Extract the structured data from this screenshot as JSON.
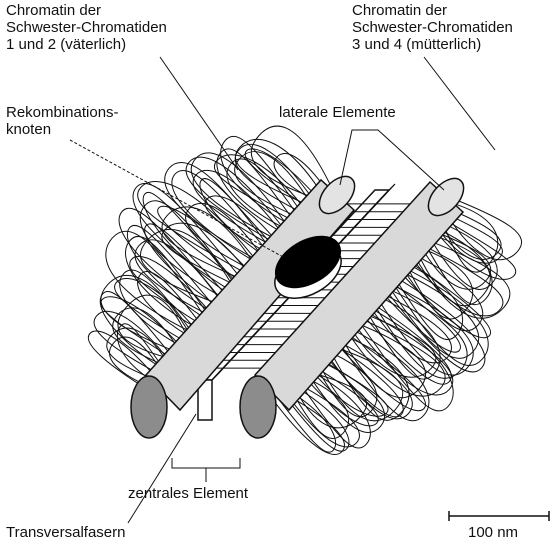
{
  "labels": {
    "chromatin_paternal": "Chromatin der\nSchwester-Chromatiden\n1 und 2 (väterlich)",
    "chromatin_maternal": "Chromatin der\nSchwester-Chromatiden\n3 und 4 (mütterlich)",
    "recombination_nodule": "Rekombinations-\nknoten",
    "lateral_elements": "laterale Elemente",
    "central_element": "zentrales Element",
    "transverse_fibers": "Transversalfasern",
    "scale_bar": "100 nm"
  },
  "colors": {
    "ink": "#111111",
    "cylinder_body": "#d9d9d9",
    "cylinder_end": "#8c8c8c",
    "nodule": "#000000",
    "background": "#ffffff"
  }
}
